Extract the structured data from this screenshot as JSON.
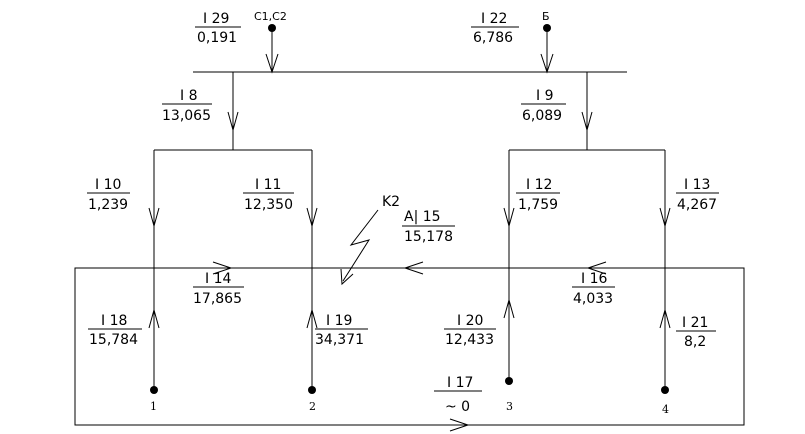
{
  "sources": {
    "c1c2": "C1,C2",
    "b": "Б"
  },
  "branches": {
    "i29": {
      "name": "I 29",
      "value": "0,191"
    },
    "i22": {
      "name": "I 22",
      "value": "6,786"
    },
    "i8": {
      "name": "I 8",
      "value": "13,065"
    },
    "i9": {
      "name": "I 9",
      "value": "6,089"
    },
    "i10": {
      "name": "I 10",
      "value": "1,239"
    },
    "i11": {
      "name": "I 11",
      "value": "12,350"
    },
    "i12": {
      "name": "I 12",
      "value": "1,759"
    },
    "i13": {
      "name": "I 13",
      "value": "4,267"
    },
    "i14": {
      "name": "I 14",
      "value": "17,865"
    },
    "i15": {
      "name": "A| 15",
      "value": "15,178"
    },
    "i16": {
      "name": "I 16",
      "value": "4,033"
    },
    "i17": {
      "name": "I 17",
      "value": "~ 0"
    },
    "i18": {
      "name": "I 18",
      "value": "15,784"
    },
    "i19": {
      "name": "I 19",
      "value": "34,371"
    },
    "i20": {
      "name": "I 20",
      "value": "12,433"
    },
    "i21": {
      "name": "I 21",
      "value": "8,2"
    }
  },
  "fault": "K2",
  "nodes": [
    "1",
    "2",
    "3",
    "4"
  ]
}
